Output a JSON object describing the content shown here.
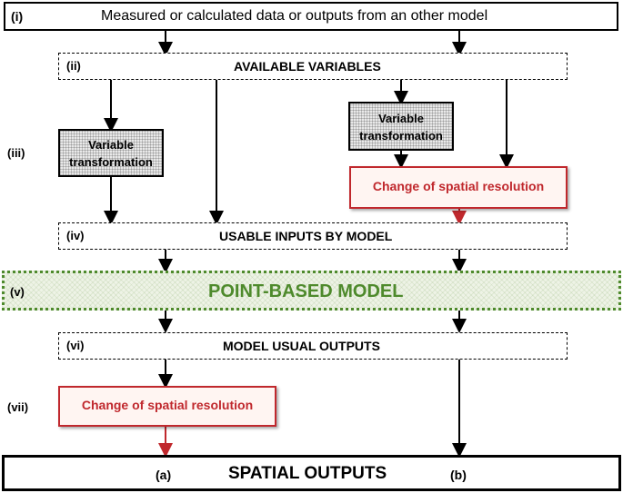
{
  "colors": {
    "arrow": "#000000",
    "red": "#c0282d",
    "green": "#4e8a2c"
  },
  "row_i": {
    "tag": "(i)",
    "label": "Measured or calculated data or outputs from an other model"
  },
  "row_ii": {
    "tag": "(ii)",
    "label": "AVAILABLE VARIABLES"
  },
  "row_iii": {
    "tag": "(iii)",
    "left_transform": {
      "line1": "Variable",
      "line2": "transformation"
    },
    "right_transform": {
      "line1": "Variable",
      "line2": "transformation"
    },
    "change_resolution": "Change of spatial resolution"
  },
  "row_iv": {
    "tag": "(iv)",
    "label": "USABLE INPUTS BY MODEL"
  },
  "row_v": {
    "tag": "(v)",
    "label": "POINT-BASED MODEL"
  },
  "row_vi": {
    "tag": "(vi)",
    "label": "MODEL USUAL OUTPUTS"
  },
  "row_vii": {
    "tag": "(vii)",
    "change_resolution": "Change of spatial resolution"
  },
  "bottom": {
    "label": "SPATIAL OUTPUTS",
    "path_a": "(a)",
    "path_b": "(b)"
  }
}
